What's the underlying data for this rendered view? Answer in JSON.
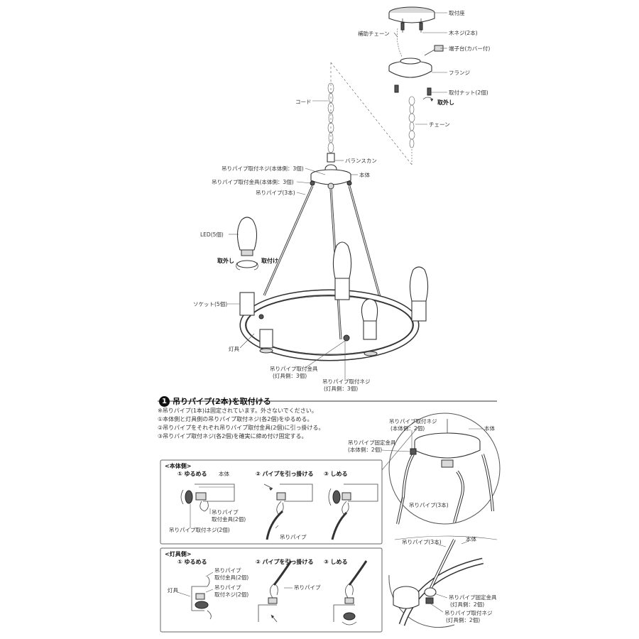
{
  "labels": {
    "mount_base": "取付座",
    "aux_chain": "補助チェーン",
    "wood_screw": "木ネジ(2本)",
    "terminal": "端子台(カバー付)",
    "flange": "フランジ",
    "mount_nut": "取付ナット(2個)",
    "remove_top": "取外し",
    "chain": "チェーン",
    "cord": "コード",
    "balance": "バランスカン",
    "body": "本体",
    "pipe_screw_body": "吊りパイプ取付ネジ(本体側：3個)",
    "pipe_bracket_body": "吊りパイプ取付金具(本体側：3個)",
    "pipe_3": "吊りパイプ(3本)",
    "led": "LED(5個)",
    "remove": "取外し",
    "attach": "取付け",
    "socket": "ソケット(5個)",
    "fixture": "灯具",
    "pipe_bracket_fixture_1": "吊りパイプ取付金具",
    "pipe_bracket_fixture_2": "(灯具側：3個)",
    "pipe_screw_fixture_1": "吊りパイプ取付ネジ",
    "pipe_screw_fixture_2": "(灯具側：3個)"
  },
  "step": {
    "number": "1",
    "title": "吊りパイプ(2本)を取付ける",
    "notes": [
      "※吊りパイプ(1本)は固定されています。外さないでください。",
      "①本体側と灯具側の吊りパイプ取付ネジ(各2個)をゆるめる。",
      "②吊りパイプをそれぞれ吊りパイプ取付金具(2個)に引っ掛ける。",
      "③吊りパイプ取付ネジ(各2個)を確実に締め付け固定する。"
    ]
  },
  "body_side": {
    "header": "<本体側>",
    "s1": "① ゆるめる",
    "s2": "② パイプを引っ掛ける",
    "s3": "③ しめる",
    "body": "本体",
    "bracket_1": "吊りパイプ",
    "bracket_2": "取付金具(2個)",
    "screw": "吊りパイプ取付ネジ(2個)",
    "pipe": "吊りパイプ"
  },
  "fixture_side": {
    "header": "<灯具側>",
    "s1": "① ゆるめる",
    "s2": "② パイプを引っ掛ける",
    "s3": "③ しめる",
    "bracket_1": "吊りパイプ",
    "bracket_2": "取付金具(2個)",
    "screw_1": "吊りパイプ",
    "screw_2": "取付ネジ(2個)",
    "fixture": "灯具",
    "pipe": "吊りパイプ"
  },
  "zoom_top": {
    "screw_1": "吊りパイプ取付ネジ",
    "screw_2": "(本体側：2個)",
    "body": "本体",
    "fixed_1": "吊りパイプ固定金具",
    "fixed_2": "(本体側：2個)",
    "pipe": "吊りパイプ(3本)"
  },
  "zoom_bottom": {
    "pipe": "吊りパイプ(3本)",
    "body": "本体",
    "fixed_1": "吊りパイプ固定金具",
    "fixed_2": "(灯具側：2個)",
    "screw_1": "吊りパイプ取付ネジ",
    "screw_2": "(灯具側：2個)"
  }
}
